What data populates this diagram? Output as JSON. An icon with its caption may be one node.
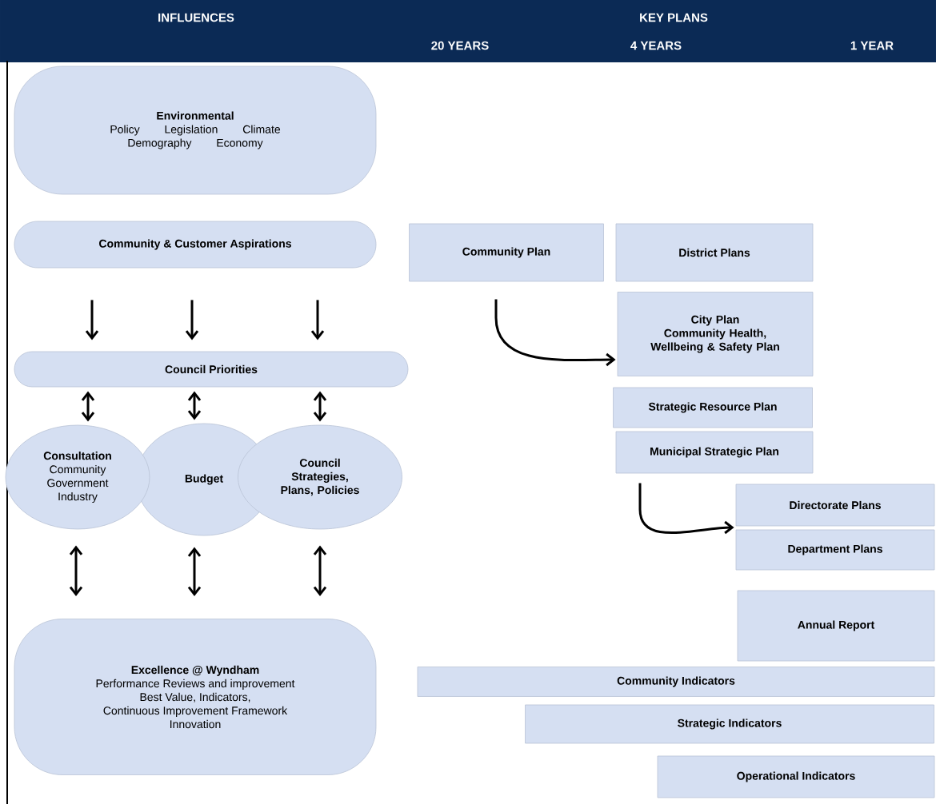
{
  "diagram": {
    "nodes": [
      {
        "text": [
          "Environmental",
          "Policy",
          "Legislation",
          "Climate",
          "Demography",
          "Economy"
        ]
      },
      {
        "text": [
          "Community & Customer Aspirations"
        ]
      },
      {
        "text": [
          "Council Priorities"
        ]
      },
      {
        "text": [
          "Consultation",
          "Community Government Industry"
        ]
      },
      {
        "text": [
          "Budget"
        ]
      },
      {
        "text": [
          "Council Strategies, Plans, Policies"
        ]
      },
      {
        "text": [
          "Excellence @ Wyndham",
          "Performance Reviews and improvement",
          "Best Value, Indicators,",
          "Continuous Improvement Framework",
          "Innovation"
        ]
      },
      {
        "text": [
          "Community Plan"
        ]
      },
      {
        "text": [
          "District Plans"
        ]
      },
      {
        "text": [
          "City Plan",
          "Community Health, Wellbeing & Safety Plan"
        ]
      },
      {
        "text": [
          "Strategic Resource Plan"
        ]
      },
      {
        "text": [
          "Municipal Strategic Plan"
        ]
      },
      {
        "text": [
          "Directorate Plans"
        ]
      },
      {
        "text": [
          "Department Plans"
        ]
      },
      {
        "text": [
          "Annual Report"
        ]
      },
      {
        "text": [
          "Community Indicators"
        ]
      },
      {
        "text": [
          "Strategic Indicators"
        ]
      },
      {
        "text": [
          "Operational Indicators"
        ]
      }
    ],
    "edges": [
      {
        "from": 1,
        "to": 2,
        "arrow": "to"
      },
      {
        "from": 1,
        "to": 2,
        "arrow": "to"
      },
      {
        "from": 1,
        "to": 2,
        "arrow": "to"
      },
      {
        "from": 2,
        "to": 3,
        "arrow": "both"
      },
      {
        "from": 2,
        "to": 4,
        "arrow": "both"
      },
      {
        "from": 2,
        "to": 5,
        "arrow": "both"
      },
      {
        "from": 3,
        "to": 6,
        "arrow": "both"
      },
      {
        "from": 4,
        "to": 6,
        "arrow": "both"
      },
      {
        "from": 5,
        "to": 6,
        "arrow": "both"
      },
      {
        "from": 7,
        "to": 9,
        "arrow": "to"
      },
      {
        "from": 11,
        "to": 12,
        "arrow": "to"
      }
    ],
    "labels": [
      "INFLUENCES",
      "KEY PLANS",
      "20 YEARS",
      "4 YEARS",
      "1 YEAR"
    ]
  }
}
